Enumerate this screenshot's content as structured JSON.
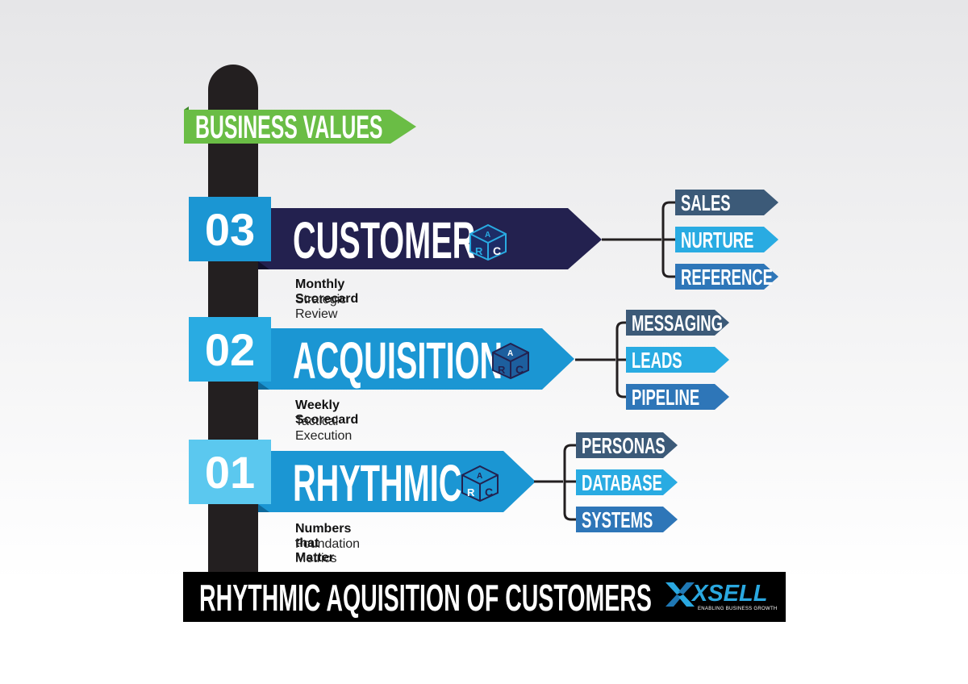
{
  "header_sign": "BUSINESS VALUES",
  "levels": [
    {
      "number": "03",
      "title": "CUSTOMER",
      "subtitle_bold": "Monthly Scorecard",
      "subtitle": "Strategic Review",
      "tags": [
        "SALES",
        "NURTURE",
        "REFERENCE"
      ]
    },
    {
      "number": "02",
      "title": "ACQUISITION",
      "subtitle_bold": "Weekly Scorecard",
      "subtitle": "Tactical Execution",
      "tags": [
        "MESSAGING",
        "LEADS",
        "PIPELINE"
      ]
    },
    {
      "number": "01",
      "title": "RHYTHMIC",
      "subtitle_bold": "Numbers that Matter",
      "subtitle": "Foundation Metrics",
      "tags": [
        "PERSONAS",
        "DATABASE",
        "SYSTEMS"
      ]
    }
  ],
  "footer_text": "RHYTHMIC AQUISITION OF CUSTOMERS",
  "logo": {
    "name": "XSELL",
    "tagline": "ENABLING BUSINESS GROWTH",
    "cube_letters": [
      "A",
      "R",
      "C"
    ]
  },
  "colors": {
    "green": "#6abd45",
    "navy": "#23214f",
    "blue": "#1b96d3",
    "light_blue": "#5bc8ef",
    "tag_dark": "#3c5a78",
    "tag_light": "#29abe2",
    "tag_mid": "#2e76b8",
    "pole": "#231f20"
  }
}
